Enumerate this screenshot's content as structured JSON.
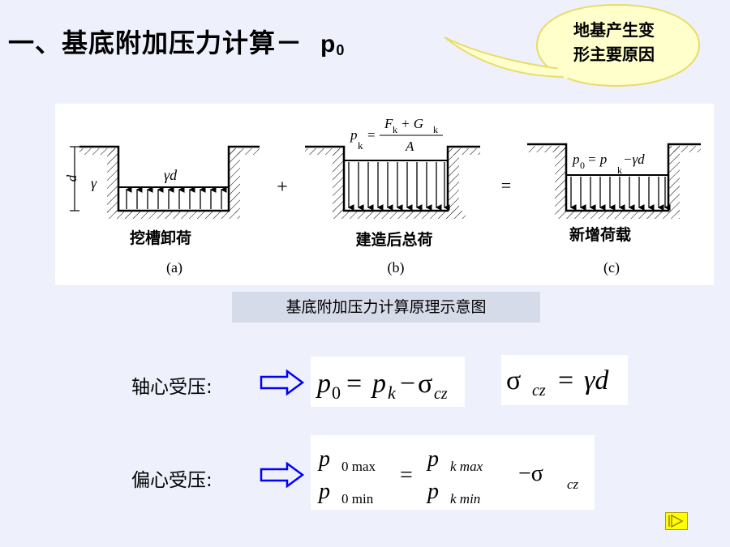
{
  "title": {
    "text": "一、基底附加压力计算－",
    "symbol": "p",
    "subscript": "0"
  },
  "callout": {
    "line1": "地基产生变",
    "line2": "形主要原因",
    "fill": "#ffffcc",
    "stroke": "#e8dc6a"
  },
  "figure": {
    "panels": [
      {
        "name": "挖槽卸荷",
        "letter": "(a)",
        "load": "γd",
        "depth": "d",
        "unit_weight": "γ"
      },
      {
        "name": "建造后总荷",
        "letter": "(b)",
        "formula": {
          "p": "p",
          "sub": "k",
          "num": "F",
          "num_sub1": "k",
          "plus": "+ G",
          "num_sub2": "k",
          "den": "A"
        }
      },
      {
        "name": "新增荷载",
        "letter": "(c)",
        "formula": {
          "lhs": "p",
          "lhs_sub": "0",
          "mid": "= p",
          "mid_sub": "k",
          "rhs": "−γd"
        }
      }
    ],
    "operators": {
      "plus": "+",
      "equals": "="
    }
  },
  "caption": "基底附加压力计算原理示意图",
  "axial": {
    "label": "轴心受压:",
    "formula1": {
      "p": "p",
      "p_sub": "0",
      "eq": "=",
      "pk": "p",
      "pk_sub": "k",
      "minus": "−",
      "sigma": "σ",
      "sigma_sub": "cz"
    },
    "formula2": {
      "sigma": "σ",
      "sigma_sub": "cz",
      "eq": "=",
      "rhs": "γd"
    }
  },
  "eccentric": {
    "label": "偏心受压:",
    "top_left": "p",
    "top_left_sub": "0 max",
    "bottom_left": "p",
    "bottom_left_sub": "0 min",
    "eq": "=",
    "top_right": "p",
    "top_right_sub": "k max",
    "bottom_right": "p",
    "bottom_right_sub": "k min",
    "minus": "−σ",
    "minus_sub": "cz"
  },
  "colors": {
    "arrow": "#0000ff",
    "nav": "#ffff00"
  }
}
